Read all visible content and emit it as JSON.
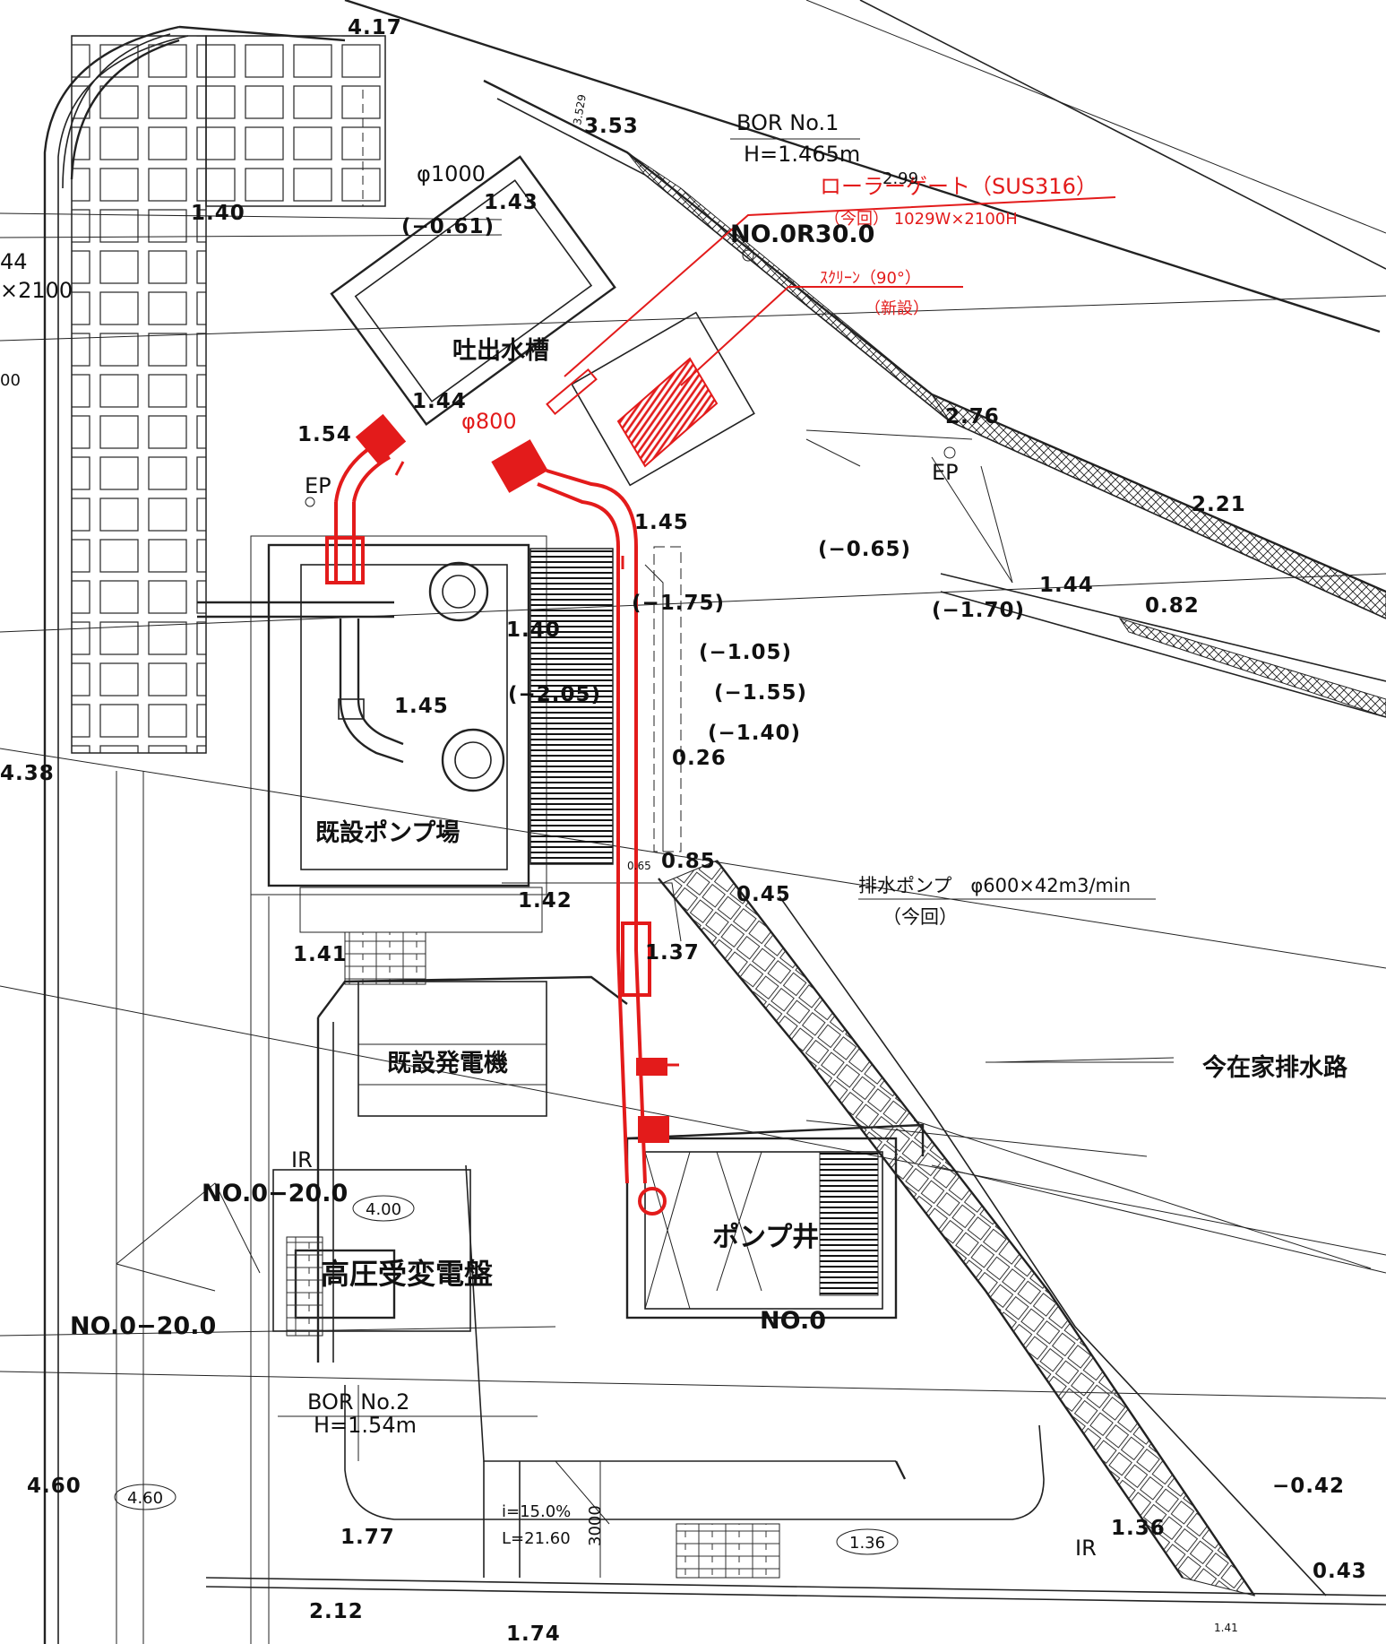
{
  "labels": {
    "bor1_title": "BOR  No.1",
    "bor1_h": "H=1.465m",
    "bor2_title": "BOR No.2",
    "bor2_h": "H=1.54m",
    "roller_gate": "ローラーゲート（SUS316）",
    "roller_gate_spec": "（今回） 1029W×2100H",
    "roller_small": "2.99",
    "screen": "ｽｸﾘｰﾝ（90°）",
    "screen_new": "（新設）",
    "phi1000": "φ1000",
    "phi800": "φ800",
    "discharge_tank": "吐出水槽",
    "existing_pump": "既設ポンプ場",
    "existing_gen": "既設発電機",
    "hv_panel": "高圧受変電盤",
    "pump_well": "ポンプ井",
    "drain_channel": "今在家排水路",
    "drain_pump": "排水ポンプ　φ600×42m3/min",
    "drain_pump_now": "（今回）",
    "no0r": "NO.0R30.0",
    "no0_20a": "NO.0−20.0",
    "no0_20b": "NO.0−20.0",
    "no0": "NO.0",
    "ep1": "EP",
    "ep2": "EP",
    "ir1": "IR",
    "ir2": "IR",
    "left_44": "44",
    "left_2100": "×2100",
    "left_00": "00",
    "slope_i": "i=15.0%",
    "slope_l": "L=21.60",
    "dim_3000": "3000",
    "box_400": "4.00",
    "box_460": "4.60",
    "box_136": "1.36",
    "tiny_529": "3.529",
    "tiny_065": "0.65"
  },
  "elevations": [
    "4.17",
    "3.53",
    "1.40",
    "1.43",
    "(−0.61)",
    "1.44",
    "1.54",
    "2.76",
    "2.21",
    "1.45",
    "(−0.65)",
    "1.44",
    "0.82",
    "(−1.70)",
    "(−1.75)",
    "1.40",
    "(−2.05)",
    "1.45",
    "(−1.05)",
    "(−1.55)",
    "(−1.40)",
    "0.26",
    "4.38",
    "0.85",
    "0.45",
    "1.42",
    "1.41",
    "1.37",
    "4.60",
    "1.77",
    "2.12",
    "1.74",
    "−0.42",
    "1.36",
    "0.43",
    "1.41"
  ],
  "colors": {
    "new_work": "#e31b1b",
    "existing": "#1a1a1a"
  }
}
